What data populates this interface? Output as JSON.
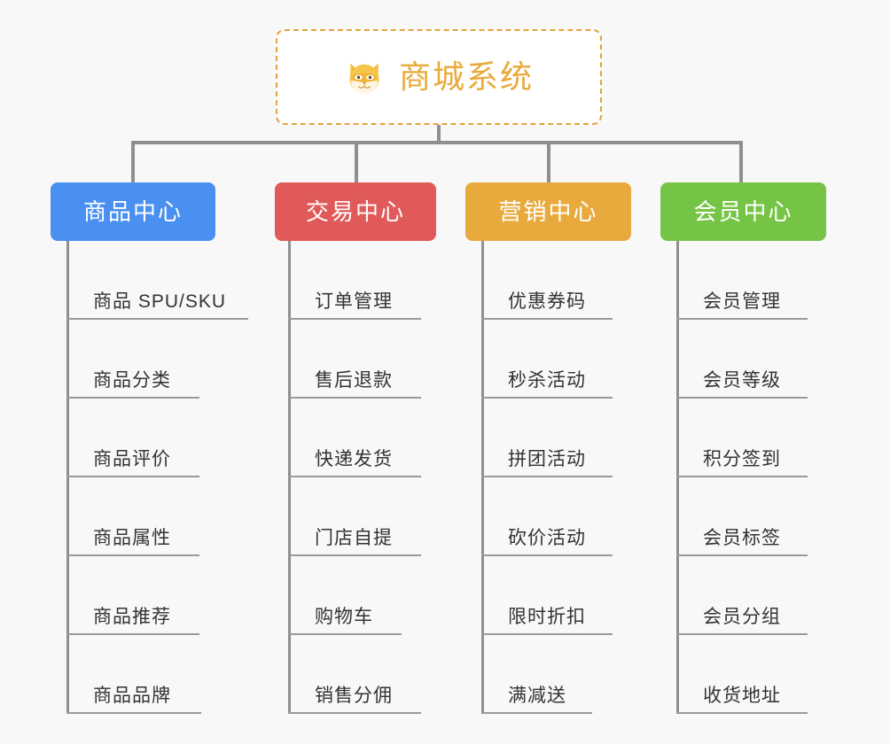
{
  "root": {
    "title": "商城系统",
    "icon": "shiba-dog-icon",
    "border_color": "#e6a23c",
    "text_color": "#e8aa3c"
  },
  "connector_color": "#8f8f8f",
  "background_color": "#f8f8f8",
  "columns": [
    {
      "label": "商品中心",
      "color": "#4a90f0",
      "items": [
        "商品 SPU/SKU",
        "商品分类",
        "商品评价",
        "商品属性",
        "商品推荐",
        "商品品牌"
      ]
    },
    {
      "label": "交易中心",
      "color": "#e05a5a",
      "items": [
        "订单管理",
        "售后退款",
        "快递发货",
        "门店自提",
        "购物车",
        "销售分佣"
      ]
    },
    {
      "label": "营销中心",
      "color": "#e8aa3c",
      "items": [
        "优惠券码",
        "秒杀活动",
        "拼团活动",
        "砍价活动",
        "限时折扣",
        "满减送"
      ]
    },
    {
      "label": "会员中心",
      "color": "#76c445",
      "items": [
        "会员管理",
        "会员等级",
        "积分签到",
        "会员标签",
        "会员分组",
        "收货地址"
      ]
    }
  ]
}
